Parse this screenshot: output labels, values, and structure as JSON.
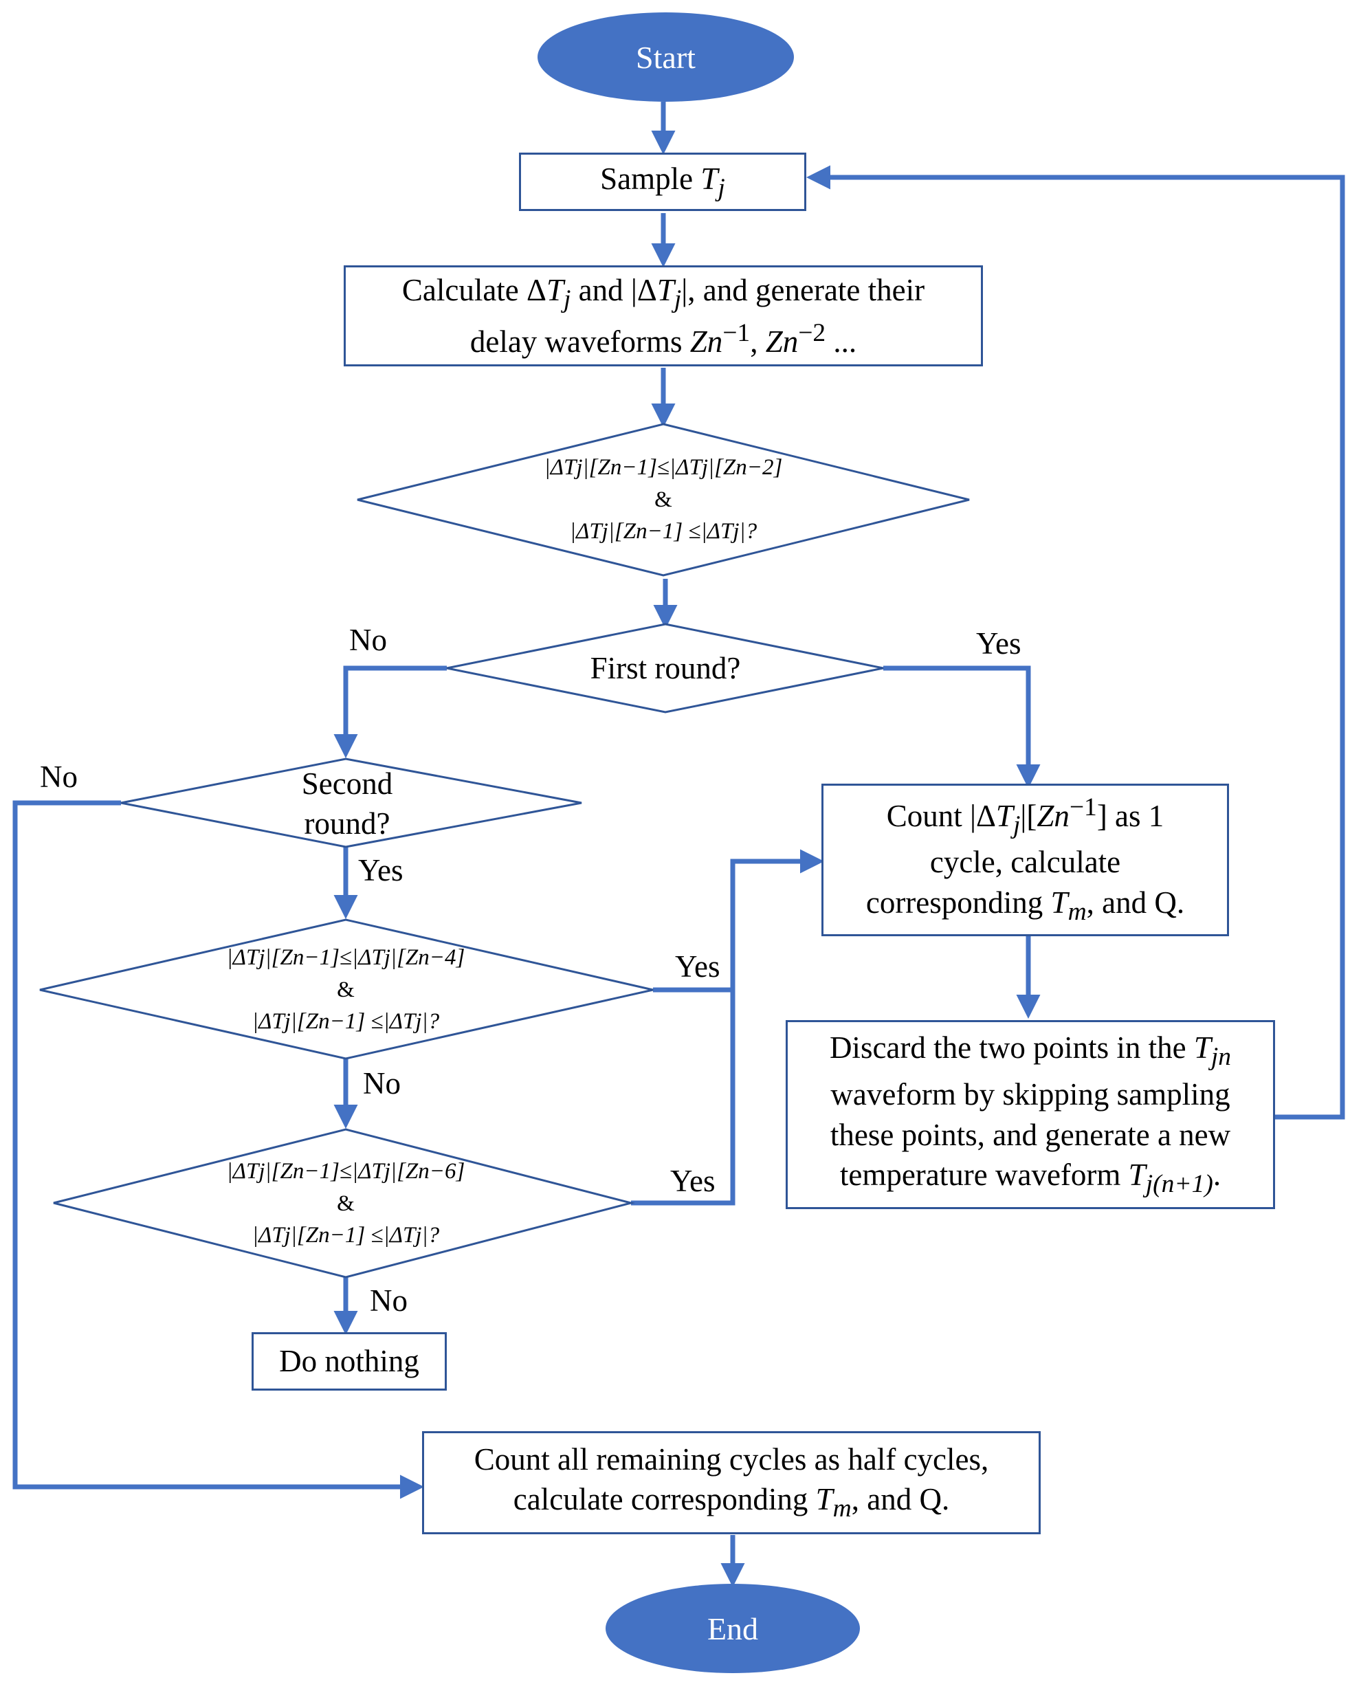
{
  "colors": {
    "line": "#4472C4",
    "box_border": "#2F5597",
    "oval_fill": "#4472C4"
  },
  "start": "Start",
  "end": "End",
  "sample": {
    "prefix": "Sample",
    "var": "T",
    "sub": "j"
  },
  "calc": {
    "line1": {
      "a": "Calculate Δ",
      "T": "T",
      "j1": "j",
      "b": " and |Δ",
      "T2": "T",
      "j2": "j",
      "c": "|, and generate their"
    },
    "line2": {
      "a": "delay waveforms ",
      "z1": "Zn",
      "e1": "−1",
      "sep": ", ",
      "z2": "Zn",
      "e2": "−2",
      "tail": " ..."
    }
  },
  "cond1": {
    "line1": "|ΔTj|[Zn−1]≤|ΔTj|[Zn−2]",
    "amp": "&",
    "line3": "|ΔTj|[Zn−1] ≤|ΔTj|?"
  },
  "first_round": {
    "label": "First round?",
    "no": "No",
    "yes": "Yes"
  },
  "second_round": {
    "line1": "Second",
    "line2": "round?",
    "no": "No",
    "yes": "Yes"
  },
  "cond2": {
    "line1": "|ΔTj|[Zn−1]≤|ΔTj|[Zn−4]",
    "amp": "&",
    "line3": "|ΔTj|[Zn−1] ≤|ΔTj|?",
    "yes": "Yes",
    "no": "No"
  },
  "cond3": {
    "line1": "|ΔTj|[Zn−1]≤|ΔTj|[Zn−6]",
    "amp": "&",
    "line3": "|ΔTj|[Zn−1] ≤|ΔTj|?",
    "yes": "Yes",
    "no": "No"
  },
  "do_nothing": "Do nothing",
  "count_cycle": {
    "a": "Count |Δ",
    "T": "T",
    "j": "j",
    "b": "|[",
    "z": "Zn",
    "e": "−1",
    "c": "] as 1",
    "line2": "cycle, calculate",
    "line3a": "corresponding ",
    "Tm": "T",
    "m": "m",
    "line3b": ", and Q."
  },
  "discard": {
    "line1a": "Discard the two points in the ",
    "T": "T",
    "jn": "jn",
    "line2": "waveform by skipping sampling",
    "line3": "these points, and  generate a new",
    "line4a": "temperature waveform ",
    "T2": "T",
    "sub2": "j(n+1)",
    "line4b": "."
  },
  "remaining": {
    "line1": "Count all remaining cycles as half cycles,",
    "line2a": "calculate corresponding ",
    "Tm": "T",
    "m": "m",
    "line2b": ", and Q."
  }
}
